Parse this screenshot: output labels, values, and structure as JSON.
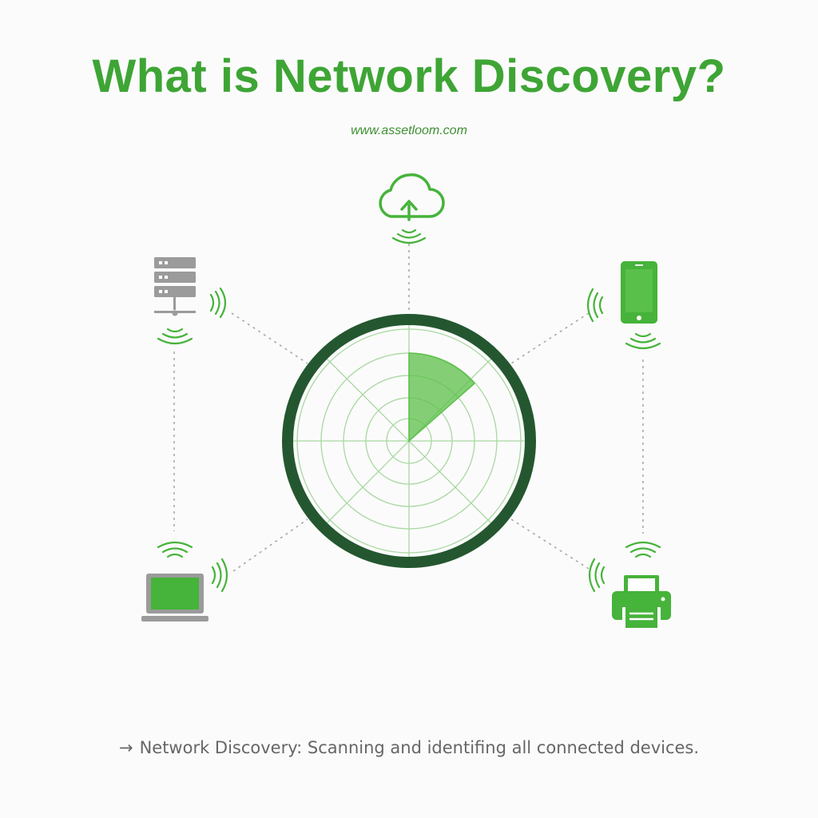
{
  "title": "What is Network Discovery?",
  "url": "www.assetloom.com",
  "caption": {
    "arrow": "→",
    "text": "Network Discovery: Scanning and identifing all connected devices."
  },
  "colors": {
    "title": "#3ea535",
    "url": "#3f8f35",
    "caption": "#666666",
    "radar_ring": "#24572f",
    "radar_grid": "#a8d8a0",
    "radar_sweep": "#5cc049",
    "accent": "#46b33a",
    "device_gray": "#9b9b9b",
    "connector": "#a9a9a9"
  },
  "devices": [
    {
      "id": "cloud",
      "icon": "cloud-upload-icon"
    },
    {
      "id": "server",
      "icon": "server-icon"
    },
    {
      "id": "smartphone",
      "icon": "smartphone-icon"
    },
    {
      "id": "laptop",
      "icon": "laptop-icon"
    },
    {
      "id": "printer",
      "icon": "printer-icon"
    }
  ]
}
